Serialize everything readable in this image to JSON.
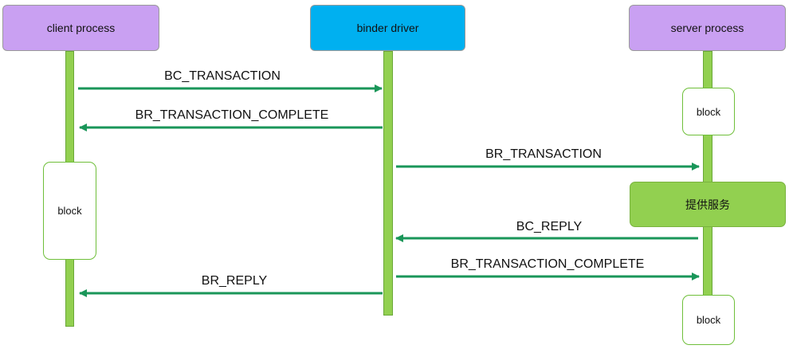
{
  "participants": {
    "client": "client process",
    "binder": "binder driver",
    "server": "server process"
  },
  "blocks": {
    "server_top": "block",
    "client": "block",
    "server_bottom": "block",
    "service": "提供服务"
  },
  "messages": [
    {
      "label": "BC_TRANSACTION",
      "from": "client",
      "to": "binder"
    },
    {
      "label": "BR_TRANSACTION_COMPLETE",
      "from": "binder",
      "to": "client"
    },
    {
      "label": "BR_TRANSACTION",
      "from": "binder",
      "to": "server"
    },
    {
      "label": "BC_REPLY",
      "from": "server",
      "to": "binder"
    },
    {
      "label": "BR_TRANSACTION_COMPLETE",
      "from": "binder",
      "to": "server"
    },
    {
      "label": "BR_REPLY",
      "from": "binder",
      "to": "client"
    }
  ],
  "colors": {
    "client_header": "#c9a0f2",
    "binder_header": "#00b0f0",
    "server_header": "#c9a0f2",
    "lifeline": "#92d050",
    "arrow": "#1a9659"
  }
}
